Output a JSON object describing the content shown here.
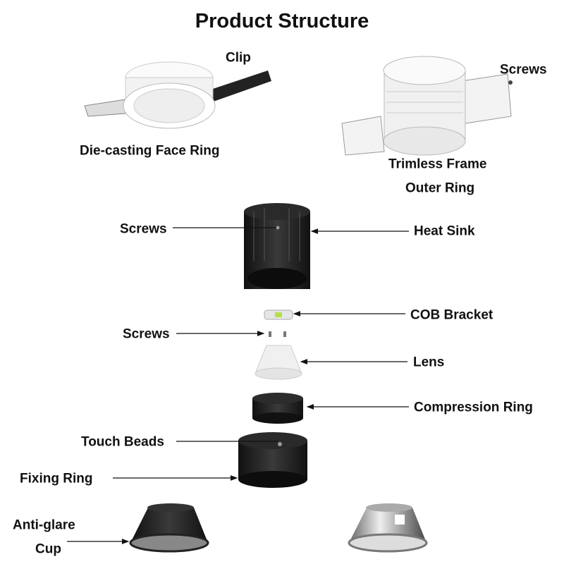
{
  "title": "Product Structure",
  "labels": {
    "clip": "Clip",
    "face_ring": "Die-casting Face Ring",
    "screws_top": "Screws",
    "trimless_1": "Trimless Frame",
    "trimless_2": "Outer Ring",
    "screws_heatsink": "Screws",
    "heat_sink": "Heat Sink",
    "cob_bracket": "COB Bracket",
    "screws_cob": "Screws",
    "lens": "Lens",
    "compression_ring": "Compression Ring",
    "touch_beads": "Touch Beads",
    "fixing_ring": "Fixing Ring",
    "anti_glare_1": "Anti-glare",
    "anti_glare_2": "Cup"
  },
  "colors": {
    "part_dark": "#1a1a1a",
    "part_light": "#f4f4f4",
    "chrome": "#bfc3c7",
    "line": "#111111"
  }
}
